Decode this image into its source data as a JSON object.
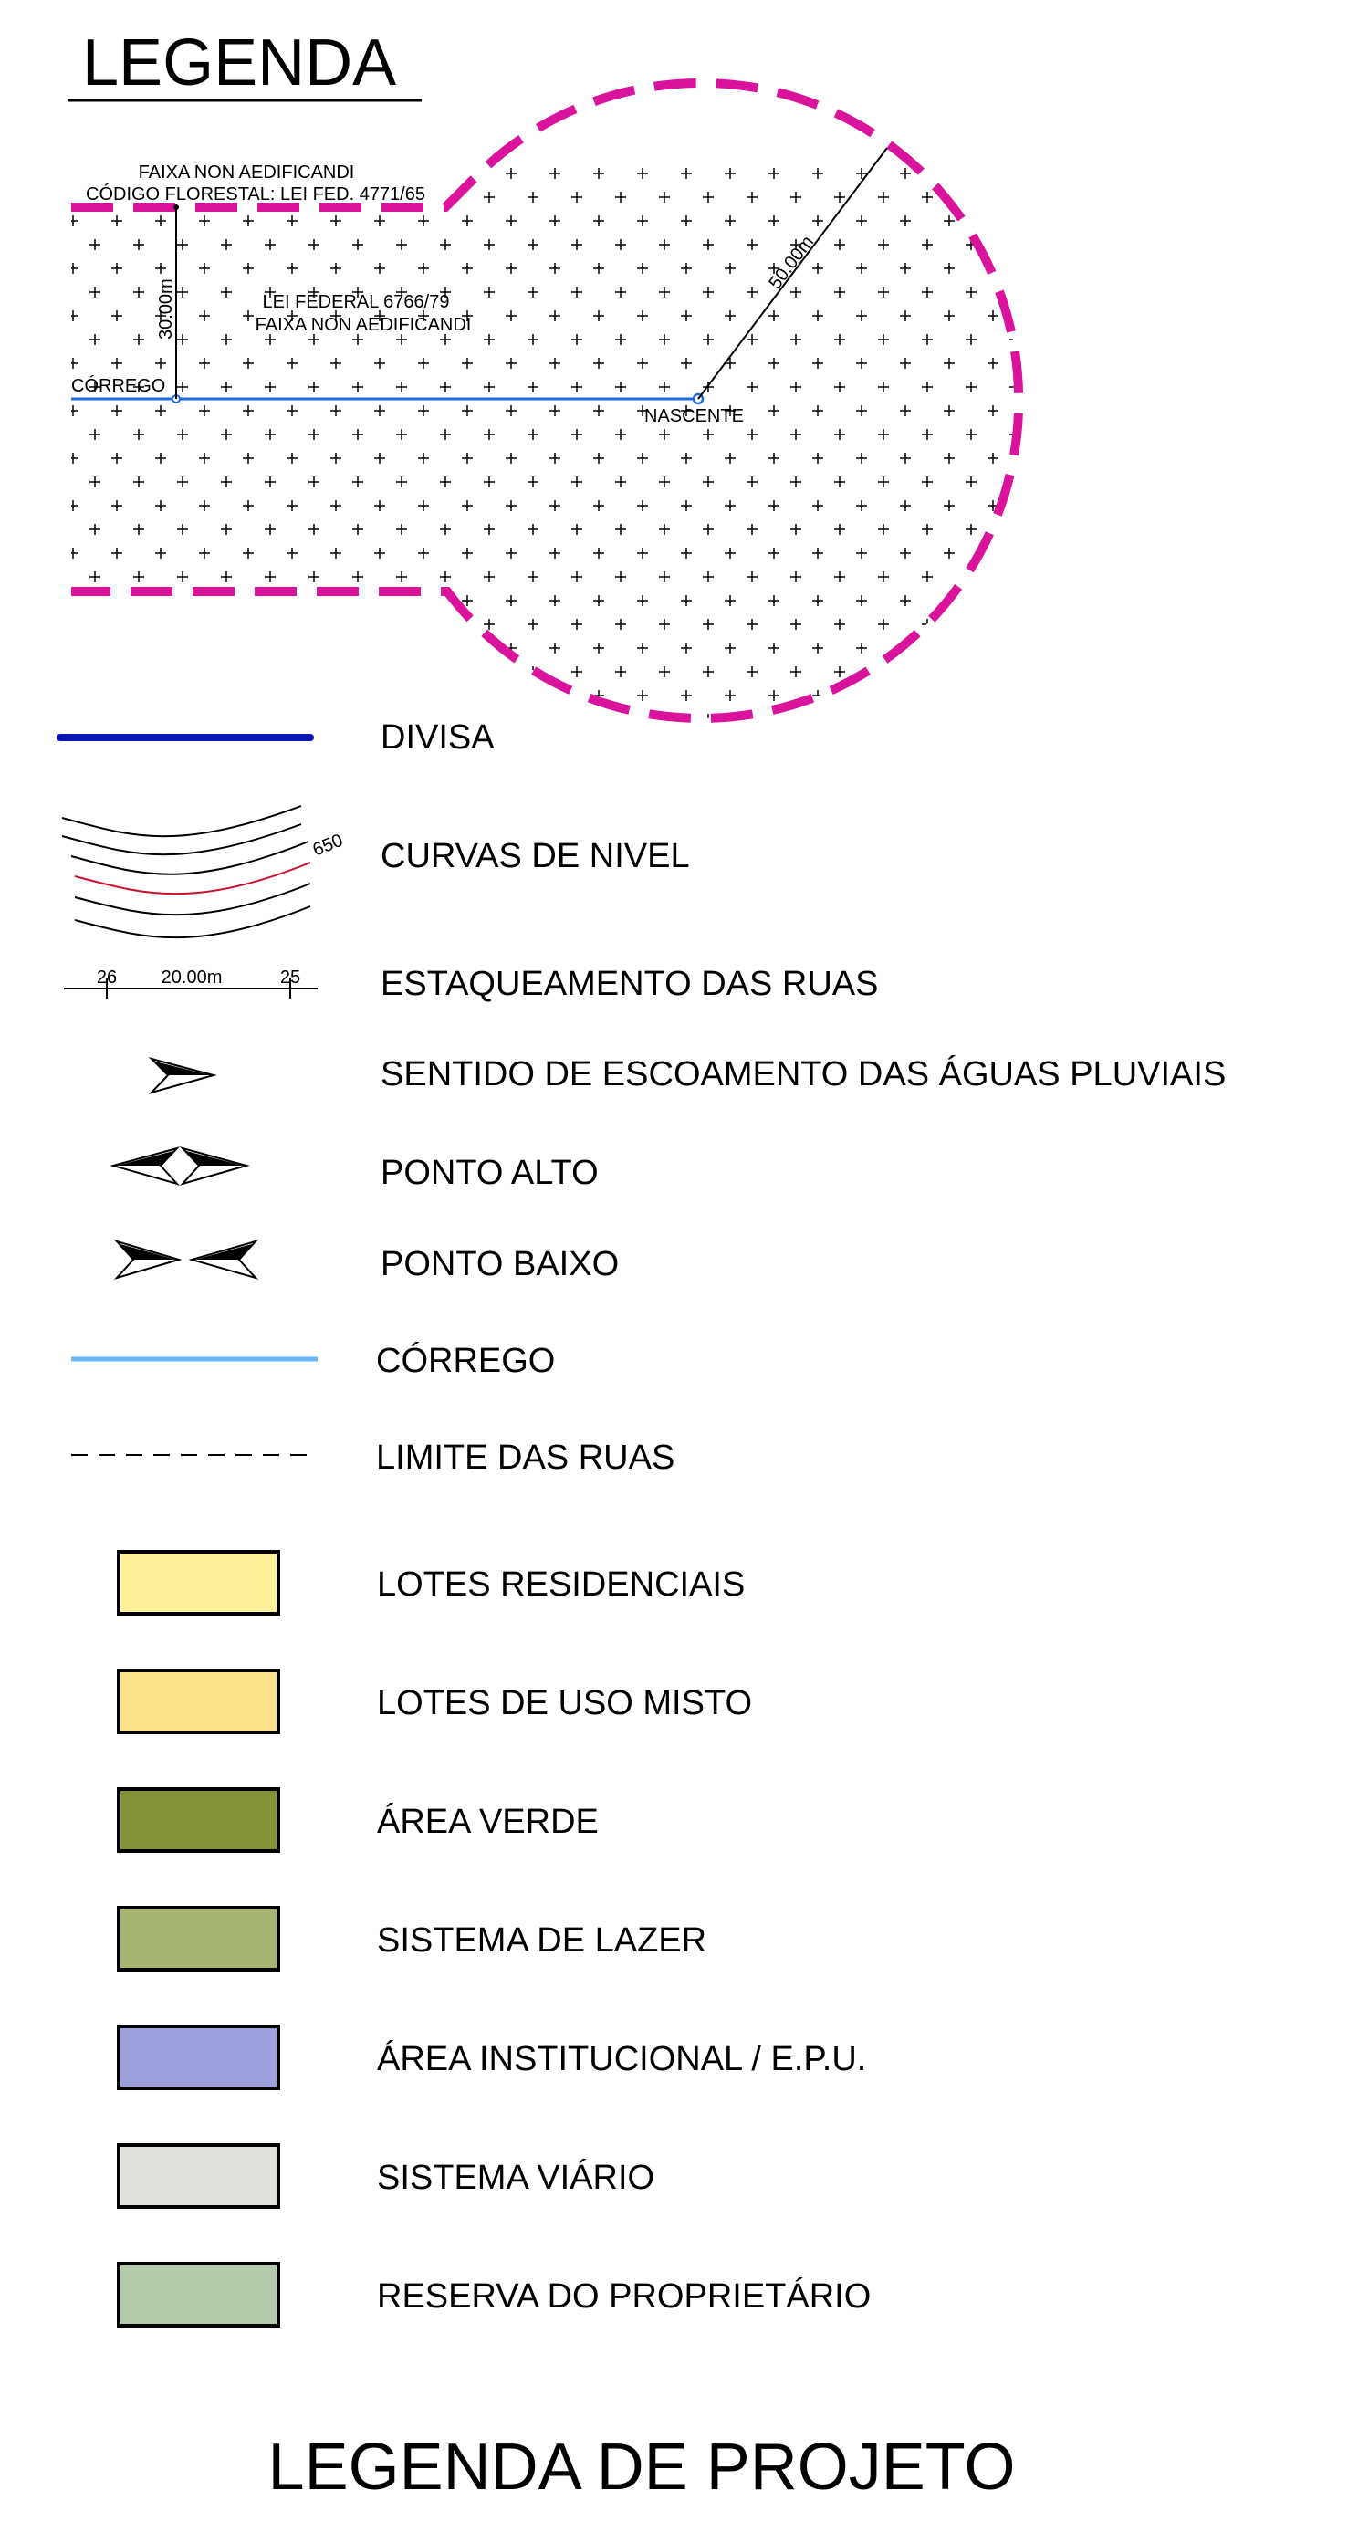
{
  "title": "LEGENDA",
  "footer_title": "LEGENDA DE PROJETO",
  "app_diagram": {
    "faixa_label_1": "FAIXA NON AEDIFICANDI",
    "faixa_label_2": "CÓDIGO FLORESTAL: LEI FED. 4771/65",
    "lei_label_1": "LEI FEDERAL 6766/79",
    "lei_label_2": "FAIXA NON AEDIFICANDI",
    "dim_30": "30.00m",
    "dim_50": "50.00m",
    "corrego_label": "CÓRREGO",
    "nascente_label": "NASCENTE"
  },
  "legend_items": {
    "divisa": "DIVISA",
    "curvas": "CURVAS DE NIVEL",
    "curvas_value": "650",
    "estaqueamento": "ESTAQUEAMENTO DAS RUAS",
    "estaca_left": "26",
    "estaca_mid": "20.00m",
    "estaca_right": "25",
    "escoamento": "SENTIDO DE ESCOAMENTO DAS ÁGUAS PLUVIAIS",
    "ponto_alto": "PONTO ALTO",
    "ponto_baixo": "PONTO BAIXO",
    "corrego": "CÓRREGO",
    "limite_ruas": "LIMITE DAS RUAS"
  },
  "swatches": [
    {
      "label": "LOTES RESIDENCIAIS",
      "color": "#fff09a"
    },
    {
      "label": "LOTES DE USO MISTO",
      "color": "#fde08a"
    },
    {
      "label": "ÁREA VERDE",
      "color": "#839337"
    },
    {
      "label": "SISTEMA DE LAZER",
      "color": "#a5b46e"
    },
    {
      "label": "ÁREA INSTITUCIONAL / E.P.U.",
      "color": "#9da0dd"
    },
    {
      "label": "SISTEMA VIÁRIO",
      "color": "#e1e1dc"
    },
    {
      "label": "RESERVA DO PROPRIETÁRIO",
      "color": "#b5c9ab"
    }
  ],
  "colors": {
    "magenta_boundary": "#d9139b",
    "divisa_blue": "#0a16b0",
    "corrego_blue": "#6ab6f5",
    "contour_red": "#c8102e"
  }
}
